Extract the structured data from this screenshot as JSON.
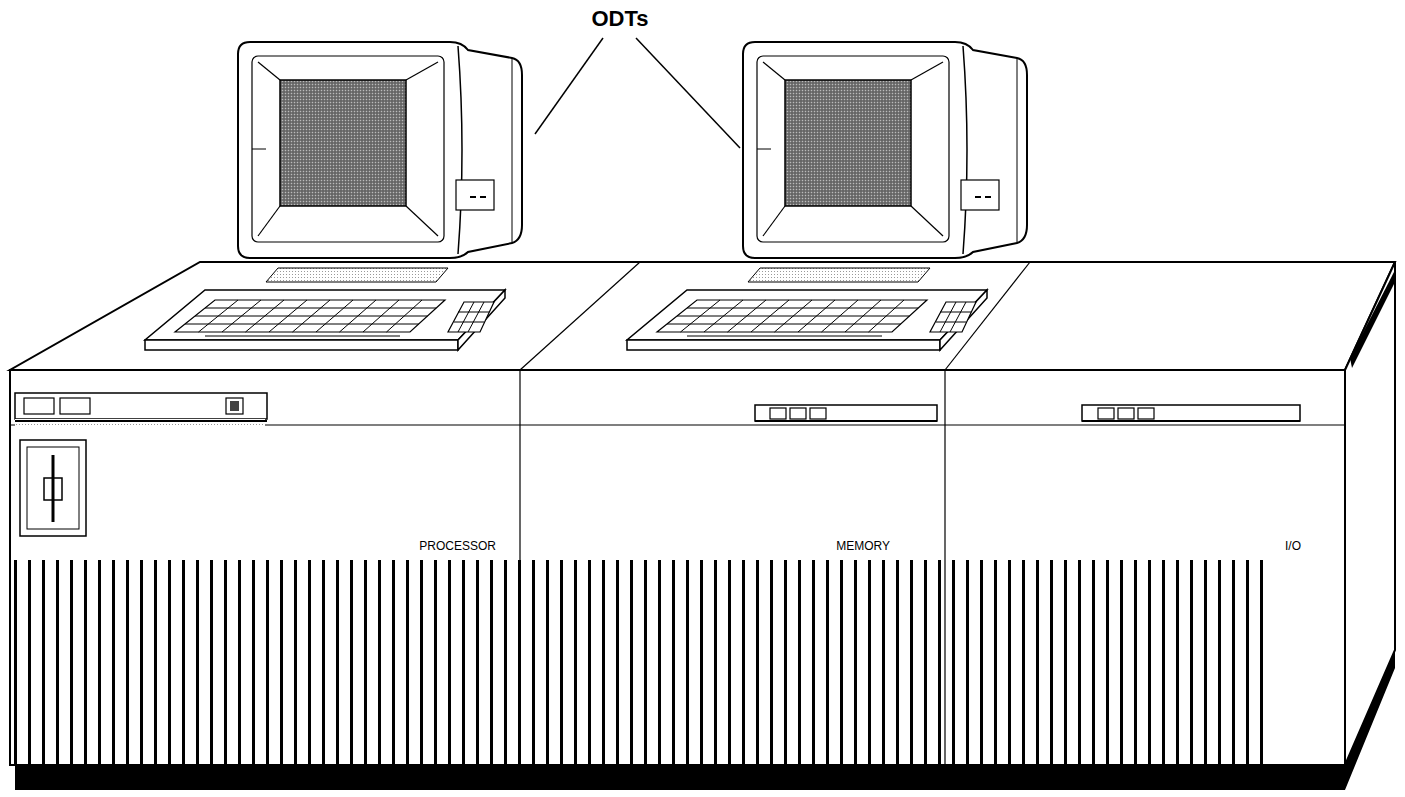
{
  "diagram": {
    "labels": [
      "ODTs",
      "PROCESSOR",
      "MEMORY",
      "I/O"
    ]
  }
}
